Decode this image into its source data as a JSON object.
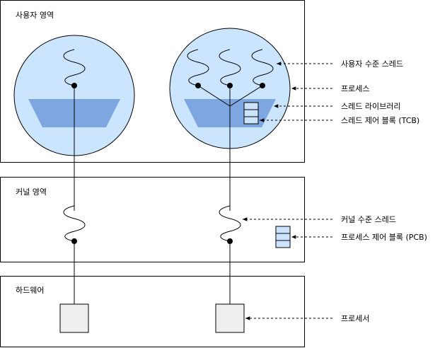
{
  "regions": {
    "user": "사용자 영역",
    "kernel": "커널 영역",
    "hardware": "하드웨어"
  },
  "annotations": {
    "user_thread": "사용자 수준 스레드",
    "process": "프로세스",
    "thread_library": "스레드 라이브러리",
    "tcb": "스레드 제어 블록 (TCB)",
    "kernel_thread": "커널 수준 스레드",
    "pcb": "프로세스 제어 블록 (PCB)",
    "processor": "프로세서"
  },
  "colors": {
    "process_fill": "#cce5ff",
    "library_fill": "#7ea6e0",
    "processor_fill": "#eeeeee",
    "stroke": "#000000"
  }
}
